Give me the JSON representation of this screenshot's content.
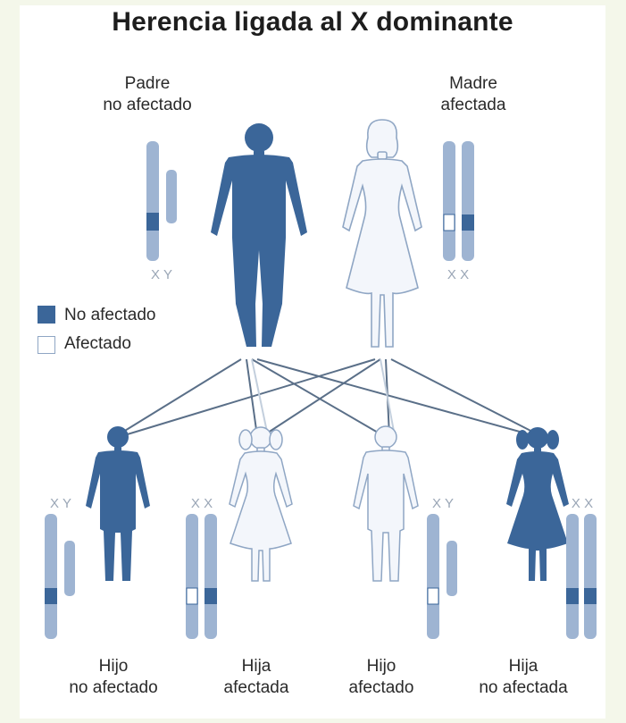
{
  "title": "Herencia ligada al X dominante",
  "colors": {
    "unaffected": "#3b6699",
    "affected_fill": "#f3f6fb",
    "affected_outline": "#8fa6c4",
    "chromosome": "#9eb4d2",
    "lines": "#5a6f88"
  },
  "parents": {
    "father": {
      "line1": "Padre",
      "line2": "no afectado",
      "chromosomes": "X Y"
    },
    "mother": {
      "line1": "Madre",
      "line2": "afectada",
      "chromosomes": "X X"
    }
  },
  "legend": {
    "unaffected_label": "No afectado",
    "affected_label": "Afectado"
  },
  "children": [
    {
      "line1": "Hijo",
      "line2": "no afectado",
      "chromosomes": "X Y"
    },
    {
      "line1": "Hija",
      "line2": "afectada",
      "chromosomes": "X X"
    },
    {
      "line1": "Hijo",
      "line2": "afectado",
      "chromosomes": "X Y"
    },
    {
      "line1": "Hija",
      "line2": "no afectada",
      "chromosomes": "X X"
    }
  ]
}
